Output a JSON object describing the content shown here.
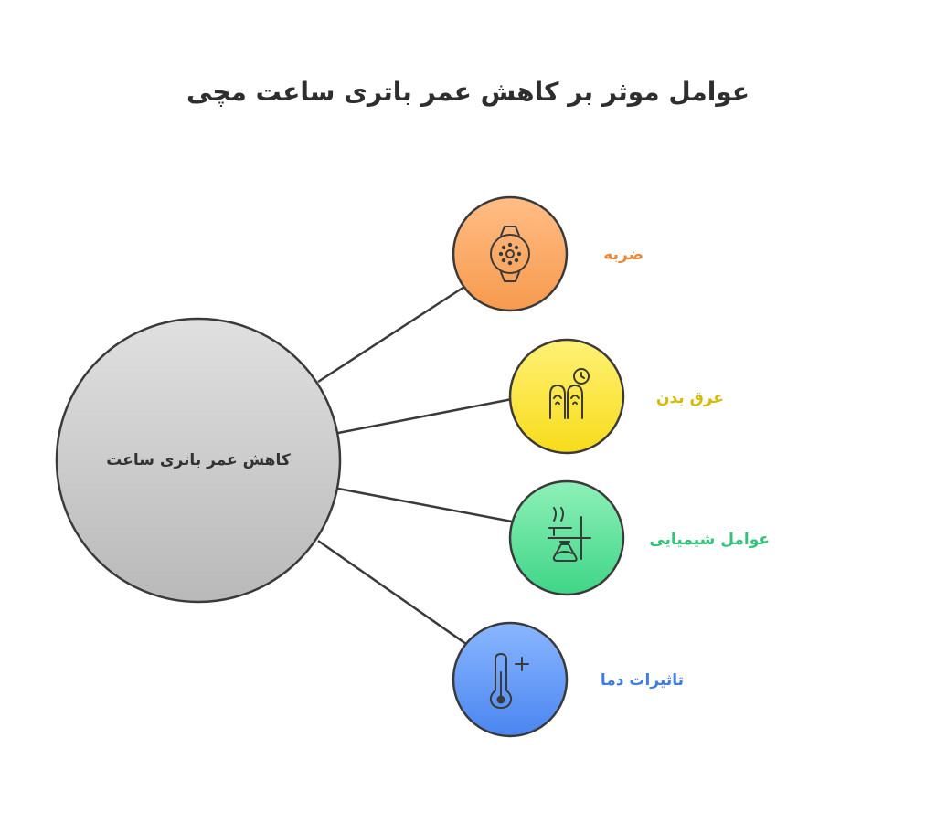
{
  "title": "عوامل موثر بر کاهش عمر باتری ساعت مچی",
  "center": {
    "label": "کاهش عمر باتری ساعت",
    "fill_top": "#e0e0e0",
    "fill_bottom": "#b9b9b9"
  },
  "factors": [
    {
      "label": "ضربه",
      "icon": "smartwatch-icon",
      "color": "#e8893a",
      "fill_top": "#ffbd85",
      "fill_bottom": "#f79a4e"
    },
    {
      "label": "عرق بدن",
      "icon": "fingertips-clock-icon",
      "color": "#d9b800",
      "fill_top": "#fff176",
      "fill_bottom": "#f7dc1a"
    },
    {
      "label": "عوامل شیمیایی",
      "icon": "flask-burner-icon",
      "color": "#33c27a",
      "fill_top": "#8ef0b8",
      "fill_bottom": "#3fd586"
    },
    {
      "label": "تاثیرات دما",
      "icon": "thermometer-plus-icon",
      "color": "#3e7de6",
      "fill_top": "#8ab6ff",
      "fill_bottom": "#4a86f0"
    }
  ]
}
